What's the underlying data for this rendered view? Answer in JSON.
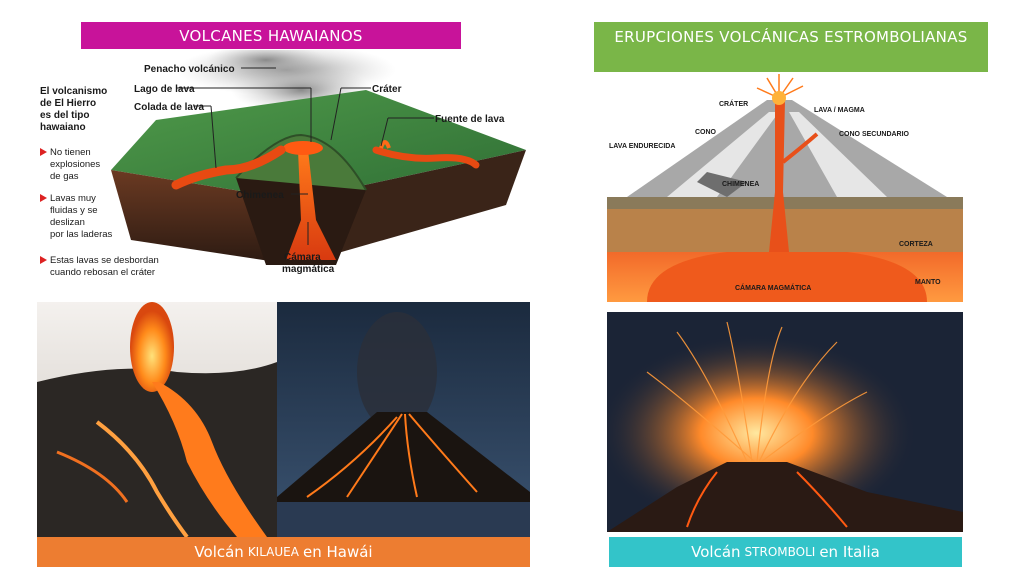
{
  "left_banner": "VOLCANES HAWAIANOS",
  "right_banner": "ERUPCIONES VOLCÁNICAS ESTROMBOLIANAS",
  "hawaii_diagram": {
    "side_title": [
      "El volcanismo",
      "de El Hierro",
      "es del tipo",
      "hawaiano"
    ],
    "bullets": [
      [
        "No tienen",
        "explosiones",
        "de gas"
      ],
      [
        "Lavas muy",
        "fluidas y se",
        "deslizan",
        "por las laderas"
      ],
      [
        "Estas lavas se desbordan",
        "cuando rebosan el cráter"
      ]
    ],
    "labels": {
      "penacho": "Penacho volcánico",
      "lago": "Lago de lava",
      "colada": "Colada de lava",
      "crater": "Cráter",
      "fuente": "Fuente de lava",
      "chimenea": "Chimenea",
      "camara_1": "Cámara",
      "camara_2": "magmática"
    }
  },
  "strombolian_diagram": {
    "labels": {
      "crater": "CRÁTER",
      "lava_magma": "LAVA / MAGMA",
      "cono": "CONO",
      "cono_secundario": "CONO SECUNDARIO",
      "lava_endurecida": "LAVA ENDURECIDA",
      "chimenea": "CHIMENEA",
      "corteza": "CORTEZA",
      "manto": "MANTO",
      "camara": "CÁMARA MAGMÁTICA"
    }
  },
  "left_caption": {
    "pre": "Volcán",
    "name": "KILAUEA",
    "post": "en Hawái"
  },
  "right_caption": {
    "pre": "Volcán",
    "name": "STROMBOLI",
    "post": "en Italia"
  }
}
